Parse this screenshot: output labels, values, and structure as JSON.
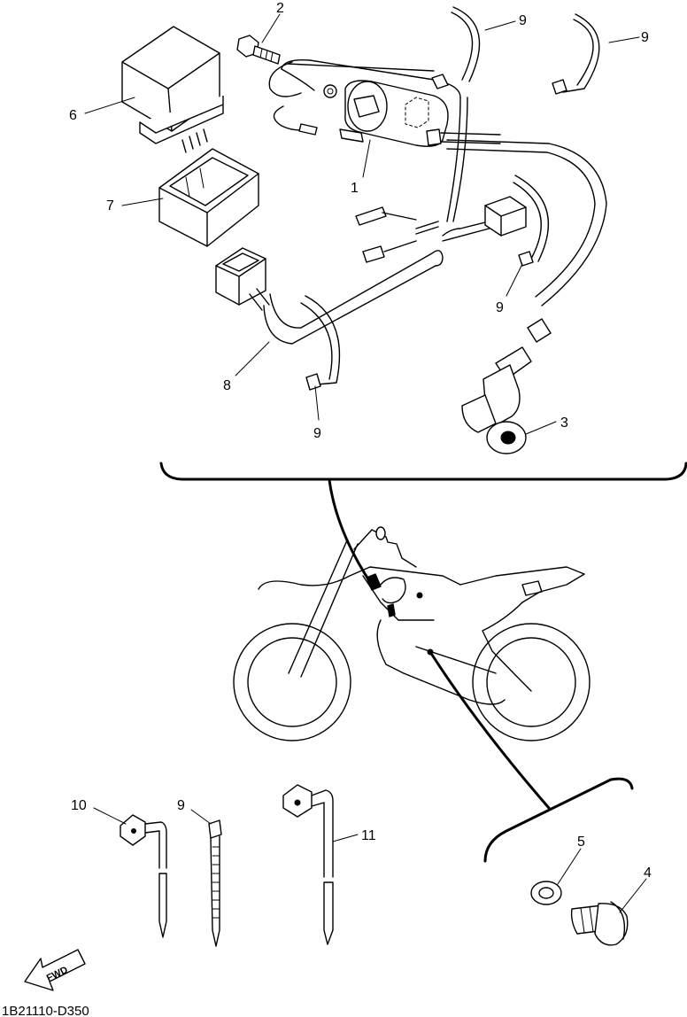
{
  "callouts": {
    "p1": "1",
    "p2": "2",
    "p3": "3",
    "p4": "4",
    "p5": "5",
    "p6": "6",
    "p7": "7",
    "p8": "8",
    "p9a": "9",
    "p9b": "9",
    "p9c": "9",
    "p9d": "9",
    "p9e": "9",
    "p10": "10",
    "p11": "11"
  },
  "direction_label": "FWD",
  "diagram_code": "1B21110-D350"
}
